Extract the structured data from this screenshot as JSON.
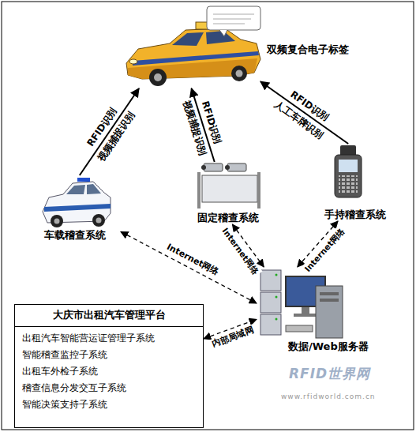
{
  "diagram": {
    "nodes": [
      {
        "text": [
          "双频复合电子标签"
        ]
      },
      {
        "text": [
          "车载稽查系统"
        ]
      },
      {
        "text": [
          "固定稽查系统"
        ]
      },
      {
        "text": [
          "手持稽查系统"
        ]
      },
      {
        "text": [
          "数据/Web服务器"
        ]
      },
      {
        "text": [
          "大庆市出租汽车管理平台",
          "出租汽车智能营运证管理子系统",
          "智能稽查监控子系统",
          "出租车外检子系统",
          "稽查信息分发交互子系统",
          "智能决策支持子系统"
        ]
      }
    ],
    "edges": [
      {
        "from": 1,
        "to": 0,
        "arrow": "to",
        "label": "视频捕捉识别"
      },
      {
        "from": 2,
        "to": 0,
        "arrow": "to",
        "label": "视频捕捉识别"
      },
      {
        "from": 3,
        "to": 0,
        "arrow": "to",
        "label": "RFID识别"
      },
      {
        "from": 1,
        "to": 4,
        "arrow": "both",
        "label": "Internet网络"
      },
      {
        "from": 2,
        "to": 4,
        "arrow": "both",
        "label": "Internet网络"
      },
      {
        "from": 3,
        "to": 4,
        "arrow": "both",
        "label": "Internet网络"
      },
      {
        "from": 5,
        "to": 4,
        "arrow": "both",
        "label": "内部局域网"
      }
    ],
    "labels": [
      "RFID识别",
      "RFID识别",
      "人工车牌识别",
      "RFID世界网",
      "www.rfidworld.com.cn"
    ]
  }
}
